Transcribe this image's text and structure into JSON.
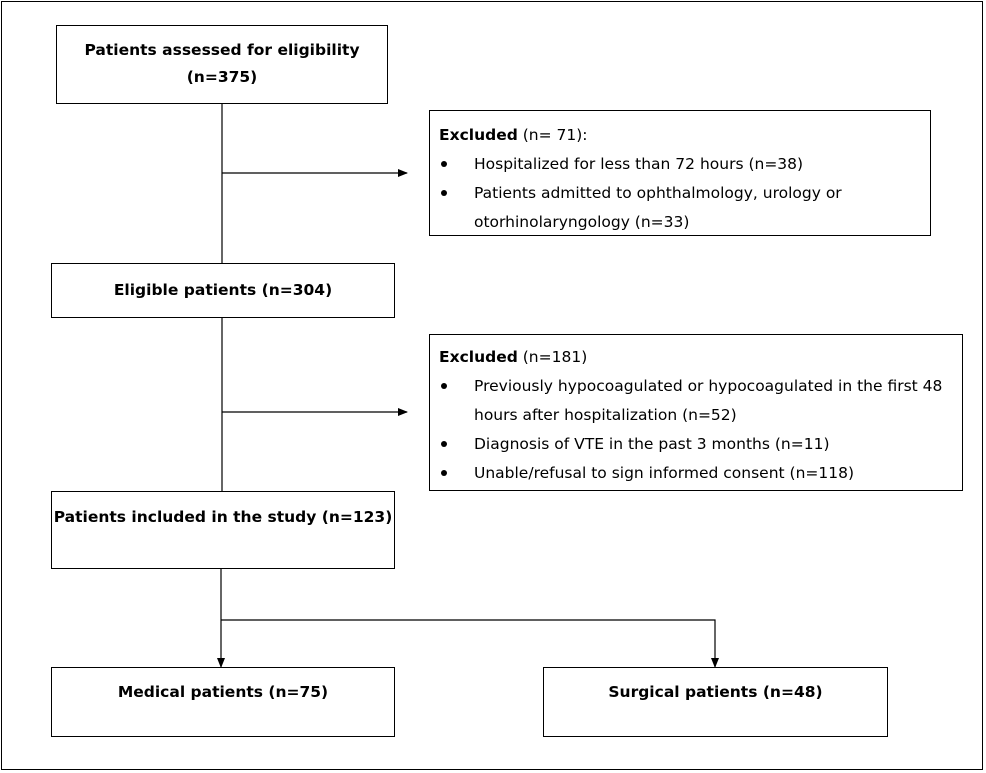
{
  "flowchart": {
    "assessed": {
      "line1": "Patients assessed for eligibility",
      "line2": "(n=375)"
    },
    "excluded1": {
      "label": "Excluded",
      "count": " (n= 71):",
      "items": [
        "Hospitalized for less than 72 hours (n=38)",
        "Patients admitted to ophthalmology, urology or otorhinolaryngology (n=33)"
      ]
    },
    "eligible": {
      "text": "Eligible patients (n=304)"
    },
    "excluded2": {
      "label": "Excluded",
      "count": " (n=181)",
      "items": [
        "Previously hypocoagulated or hypocoagulated in the first 48 hours after hospitalization (n=52)",
        "Diagnosis of VTE in the past 3 months (n=11)",
        "Unable/refusal  to sign informed consent (n=118)"
      ]
    },
    "included": {
      "text": "Patients included in the study (n=123)"
    },
    "medical": {
      "text": "Medical patients (n=75)"
    },
    "surgical": {
      "text": "Surgical patients (n=48)"
    }
  }
}
